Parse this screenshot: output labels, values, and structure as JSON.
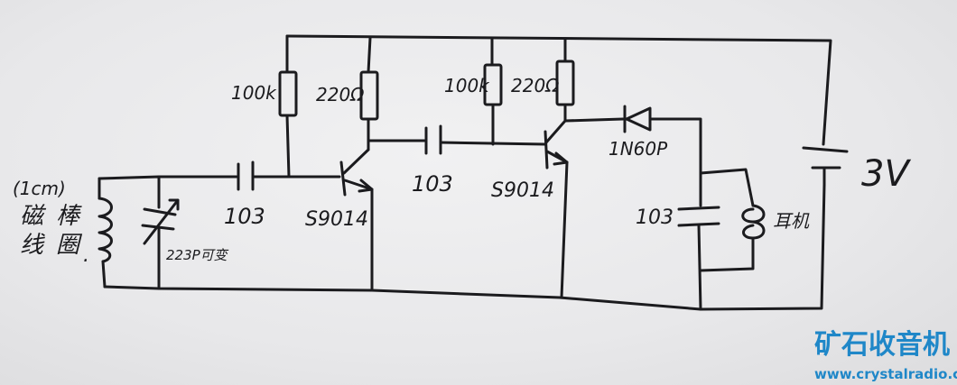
{
  "labels": {
    "coil_size": "(1cm)",
    "coil_name_1": "磁",
    "coil_name_2": "棒",
    "coil_name_3": "线",
    "coil_name_4": "圈",
    "coil_period": ".",
    "varcap": "223P可变",
    "cap1": "103",
    "r1": "100k",
    "r2": "220Ω",
    "q1": "S9014",
    "cap2": "103",
    "r3": "100k",
    "r4": "220Ω",
    "q2": "S9014",
    "diode": "1N60P",
    "cap3": "103",
    "earphone": "耳机",
    "battery": "3V"
  },
  "watermark": {
    "title": "矿石收音机",
    "url": "www.crystalradio.cn"
  },
  "colors": {
    "ink": "#1b1b1e",
    "paper": "#e9e9ea",
    "watermark": "#1f87c8"
  }
}
